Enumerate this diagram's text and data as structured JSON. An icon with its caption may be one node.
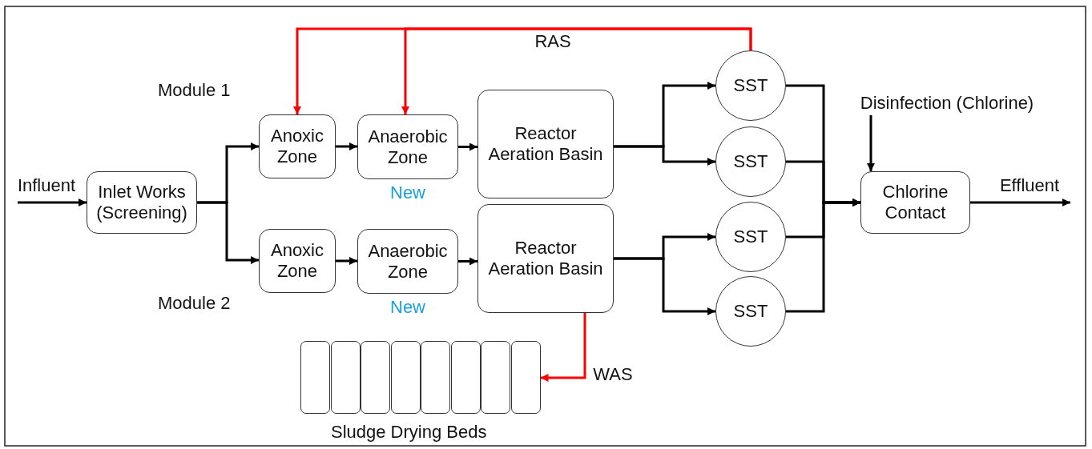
{
  "diagram": {
    "nodes": [
      {
        "text": [
          "Inlet Works (Screening)"
        ]
      },
      {
        "text": [
          "Anoxic Zone"
        ]
      },
      {
        "text": [
          "Anaerobic Zone"
        ],
        "beside": [
          "New"
        ]
      },
      {
        "text": [
          "Reactor Aeration Basin"
        ]
      },
      {
        "text": [
          "SST"
        ]
      },
      {
        "text": [
          "SST"
        ]
      },
      {
        "text": [
          "Anoxic Zone"
        ]
      },
      {
        "text": [
          "Anaerobic Zone"
        ],
        "beside": [
          "New"
        ]
      },
      {
        "text": [
          "Reactor Aeration Basin"
        ]
      },
      {
        "text": [
          "SST"
        ]
      },
      {
        "text": [
          "SST"
        ]
      },
      {
        "text": [
          "Disinfection (Chlorine)"
        ]
      },
      {
        "text": [
          "Chlorine Contact"
        ]
      },
      {
        "text": [],
        "shape": "box"
      },
      {
        "text": [],
        "shape": "box"
      },
      {
        "text": [],
        "shape": "box"
      },
      {
        "text": [],
        "shape": "box"
      },
      {
        "text": [],
        "shape": "box"
      },
      {
        "text": [],
        "shape": "box"
      },
      {
        "text": [],
        "shape": "box"
      },
      {
        "text": [],
        "shape": "box"
      }
    ],
    "edges": [
      {
        "from": null,
        "to": 0,
        "arrow": "to",
        "label": "Influent"
      },
      {
        "from": 0,
        "to": 1,
        "arrow": "to"
      },
      {
        "from": 0,
        "to": 6,
        "arrow": "to"
      },
      {
        "from": 1,
        "to": 2,
        "arrow": "to"
      },
      {
        "from": 2,
        "to": 3,
        "arrow": "to"
      },
      {
        "from": 6,
        "to": 7,
        "arrow": "to"
      },
      {
        "from": 7,
        "to": 8,
        "arrow": "to"
      },
      {
        "from": 3,
        "to": 4,
        "arrow": "to"
      },
      {
        "from": 3,
        "to": 5,
        "arrow": "to"
      },
      {
        "from": 8,
        "to": 9,
        "arrow": "to"
      },
      {
        "from": 8,
        "to": 10,
        "arrow": "to"
      },
      {
        "from": 4,
        "to": 12,
        "arrow": "to"
      },
      {
        "from": 5,
        "to": 12,
        "arrow": "to"
      },
      {
        "from": 9,
        "to": 12,
        "arrow": "to"
      },
      {
        "from": 10,
        "to": 12,
        "arrow": "to"
      },
      {
        "from": 11,
        "to": 12,
        "arrow": "to"
      },
      {
        "from": 12,
        "to": null,
        "arrow": "to",
        "label": "Effluent"
      },
      {
        "from": 4,
        "to": 1,
        "arrow": "to",
        "color": "#ff0000",
        "label": "RAS"
      },
      {
        "from": 4,
        "to": 2,
        "arrow": "to",
        "color": "#ff0000"
      },
      {
        "from": 8,
        "to": 20,
        "arrow": "to",
        "color": "#ff0000",
        "label": "WAS"
      }
    ],
    "labels": [
      "Module 1",
      "Module 2",
      "Sludge Drying Beds"
    ]
  }
}
